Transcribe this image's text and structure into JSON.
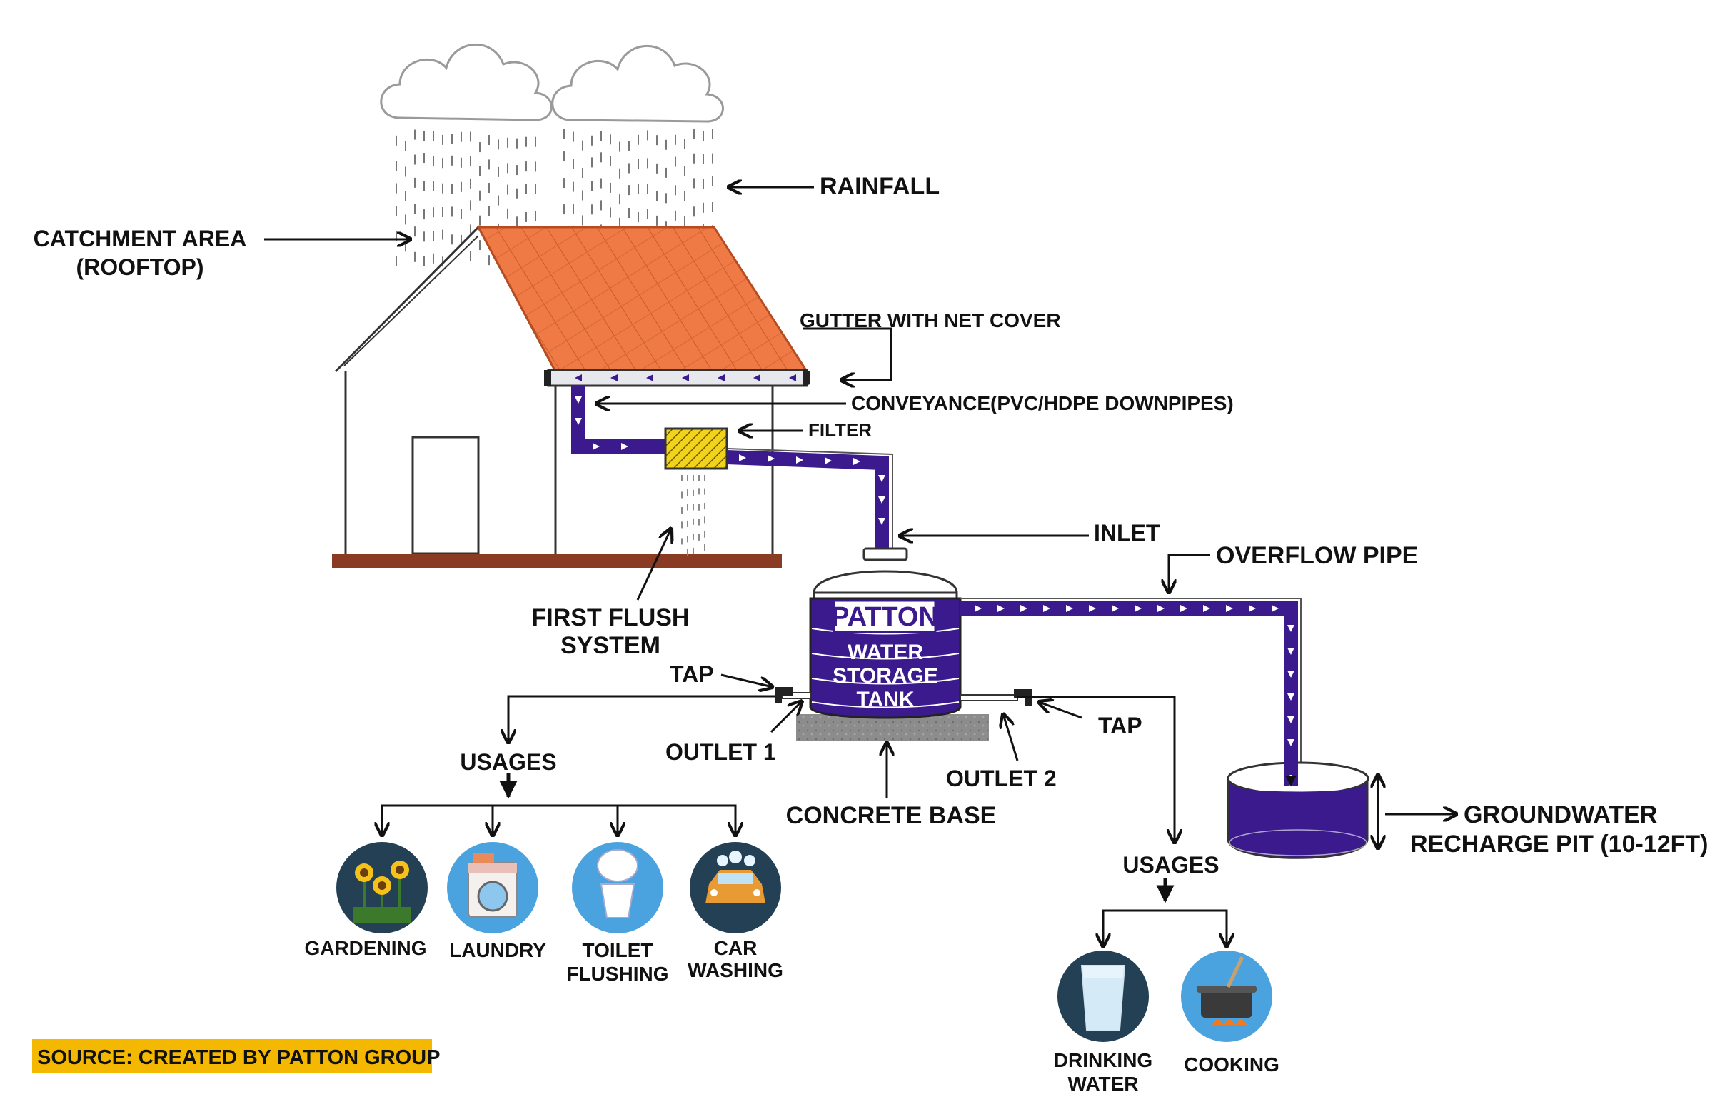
{
  "labels": {
    "rainfall": "RAINFALL",
    "catchment_1": "CATCHMENT AREA",
    "catchment_2": "(ROOFTOP)",
    "gutter": "GUTTER WITH NET COVER",
    "conveyance": "CONVEYANCE(PVC/HDPE DOWNPIPES)",
    "filter": "FILTER",
    "inlet": "INLET",
    "overflow": "OVERFLOW PIPE",
    "first_flush_1": "FIRST FLUSH",
    "first_flush_2": "SYSTEM",
    "tap_left": "TAP",
    "tap_right": "TAP",
    "outlet1": "OUTLET 1",
    "outlet2": "OUTLET  2",
    "concrete_base": "CONCRETE BASE",
    "usages_left": "USAGES",
    "usages_right": "USAGES",
    "recharge_1": "GROUNDWATER",
    "recharge_2": "RECHARGE PIT (10-12FT)"
  },
  "tank": {
    "brand": "PATTON",
    "line1": "WATER",
    "line2": "STORAGE",
    "line3": "TANK"
  },
  "usages_outlet1": [
    {
      "id": "gardening",
      "lines": [
        "GARDENING"
      ],
      "icon": "sunflower-icon"
    },
    {
      "id": "laundry",
      "lines": [
        "LAUNDRY"
      ],
      "icon": "washing-machine-icon"
    },
    {
      "id": "toilet",
      "lines": [
        "TOILET",
        "FLUSHING"
      ],
      "icon": "toilet-icon"
    },
    {
      "id": "car",
      "lines": [
        "CAR",
        "WASHING"
      ],
      "icon": "car-wash-icon"
    }
  ],
  "usages_outlet2": [
    {
      "id": "drinking",
      "lines": [
        "DRINKING",
        "WATER"
      ],
      "icon": "water-glass-icon"
    },
    {
      "id": "cooking",
      "lines": [
        "COOKING"
      ],
      "icon": "cooking-pot-icon"
    }
  ],
  "source": "SOURCE: CREATED BY PATTON GROUP",
  "colors": {
    "pipe": "#3a1a8c",
    "roof": "#f07a45",
    "ground": "#8a3b24",
    "source_bg": "#f5b800",
    "icon_bg": "#234055",
    "icon_light_bg": "#4aa3df",
    "concrete": "#8c8c8c",
    "filter": "#f2d31b"
  }
}
